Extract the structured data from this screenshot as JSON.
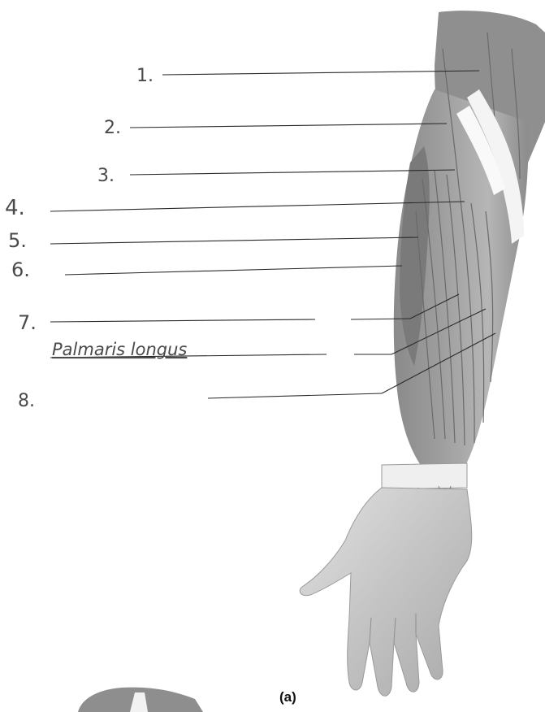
{
  "labels": [
    {
      "id": "l1",
      "text": "1."
    },
    {
      "id": "l2",
      "text": "2."
    },
    {
      "id": "l3",
      "text": "3."
    },
    {
      "id": "l4",
      "text": "4."
    },
    {
      "id": "l5",
      "text": "5."
    },
    {
      "id": "l6",
      "text": "6."
    },
    {
      "id": "l7",
      "text": "7."
    },
    {
      "id": "lp",
      "text": "Palmaris longus"
    },
    {
      "id": "l8",
      "text": "8."
    }
  ],
  "caption": "(a)",
  "colors": {
    "ink": "#2a2a2a",
    "pencil": "#4a4a4a",
    "muscle_dark": "#6f6f6f",
    "muscle_mid": "#a3a3a3",
    "tendon": "#f4f4f4",
    "skin": "#c9c9c9"
  }
}
